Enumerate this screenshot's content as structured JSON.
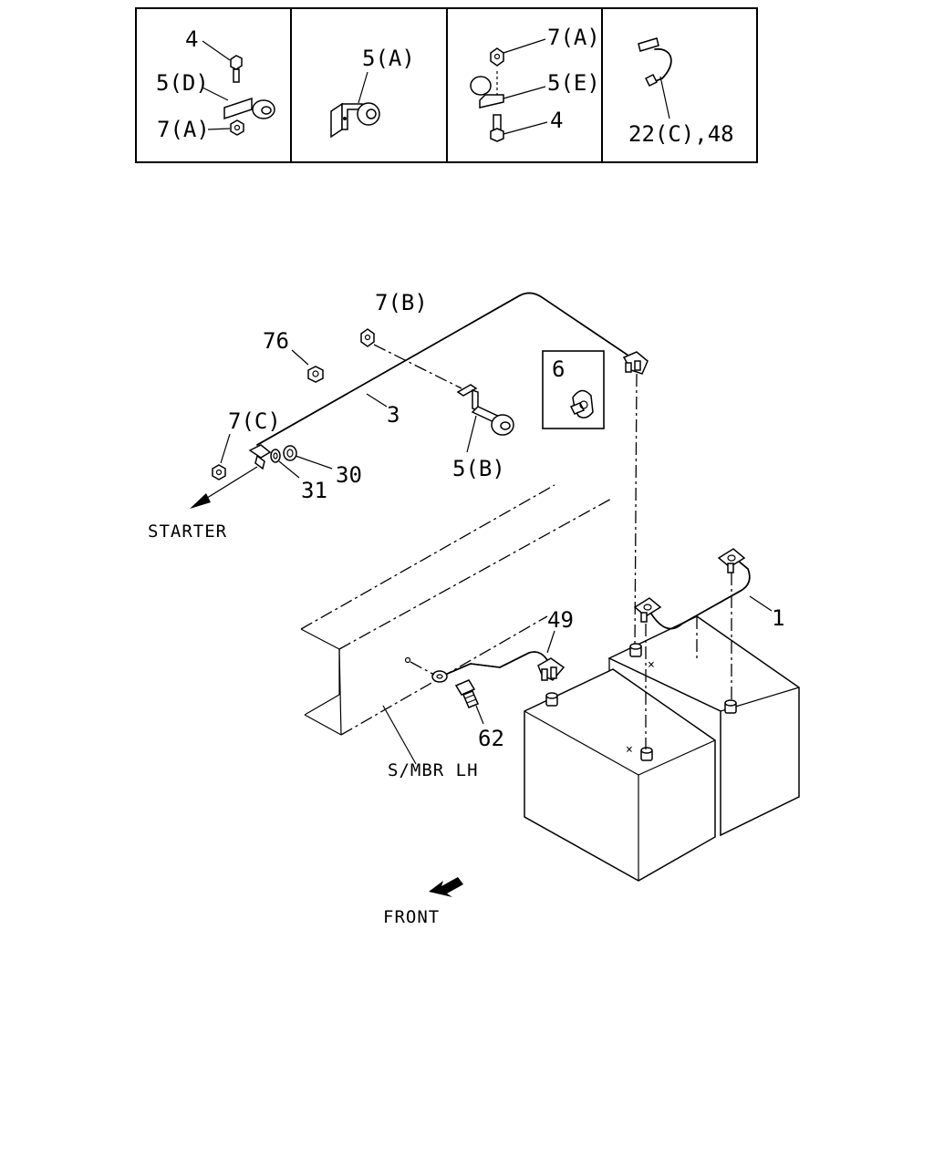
{
  "detail_boxes": [
    {
      "labels": [
        "4",
        "5(D)",
        "7(A)"
      ]
    },
    {
      "labels": [
        "5(A)"
      ]
    },
    {
      "labels": [
        "7(A)",
        "5(E)",
        "4"
      ]
    },
    {
      "labels": [
        "22(C),48"
      ]
    }
  ],
  "callouts": {
    "c7b": "7(B)",
    "c76": "76",
    "c3": "3",
    "c7c": "7(C)",
    "c30": "30",
    "c31": "31",
    "c5b": "5(B)",
    "c6": "6",
    "c1": "1",
    "c49": "49",
    "c62": "62"
  },
  "captions": {
    "starter": "STARTER",
    "frame": "S/MBR LH",
    "front": "FRONT"
  }
}
